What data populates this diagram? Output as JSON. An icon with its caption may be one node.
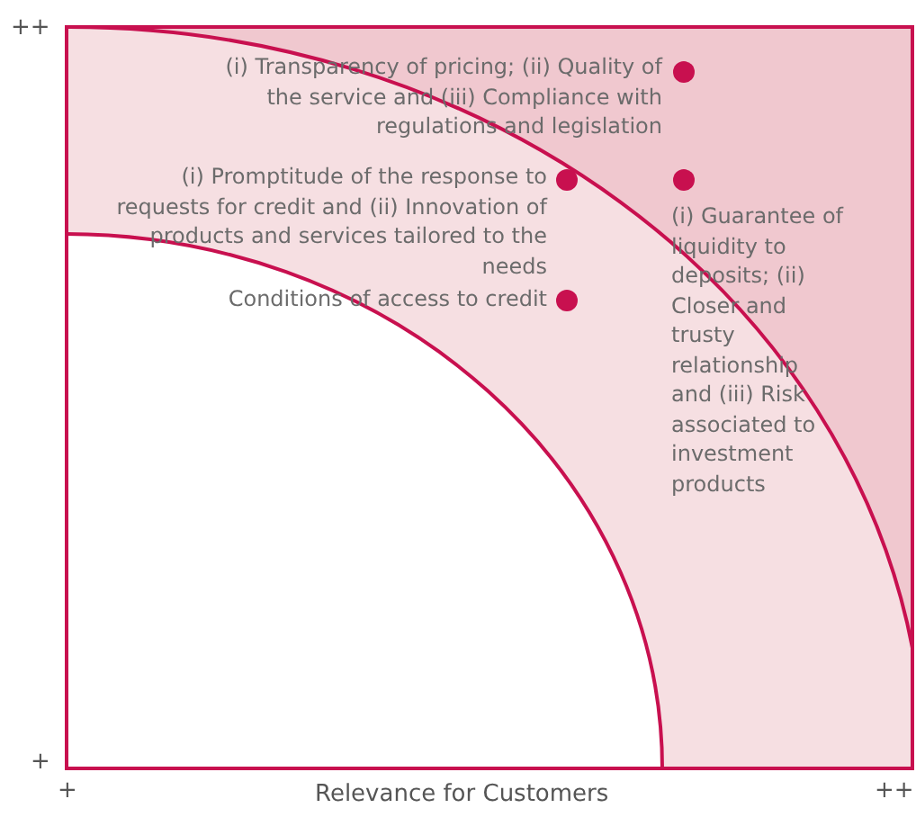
{
  "diagram": {
    "nodes": [
      {
        "text": [],
        "shape": "circle",
        "beside": [
          "(i) Transparency of pricing; (ii) Quality of the service and (iii) Compliance with regulations and legislation"
        ]
      },
      {
        "text": [],
        "shape": "circle",
        "beside": [
          "(i) Promptitude of the response to requests for credit and (ii) Innovation of products and services tailored to the needs"
        ]
      },
      {
        "text": [],
        "shape": "circle",
        "beside": [
          "(i) Guarantee of liquidity to deposits; (ii) Closer and trusty relationship and (iii) Risk associated to investment products"
        ]
      },
      {
        "text": [],
        "shape": "circle",
        "beside": [
          "Conditions of access to credit"
        ]
      }
    ],
    "labels": [
      "++",
      "+",
      "+",
      "++",
      "Relevance for Customers"
    ]
  }
}
